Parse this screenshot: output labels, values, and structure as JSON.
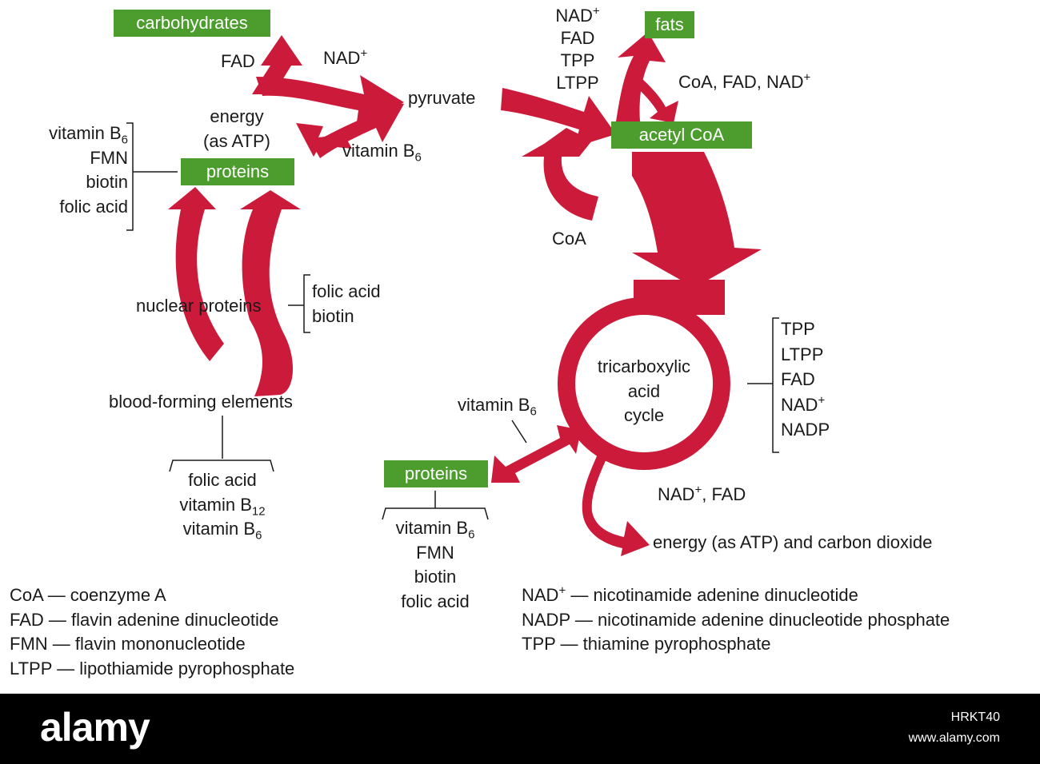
{
  "colors": {
    "arrow": "#cc1a3a",
    "box": "#4c9c2e",
    "box_text": "#ffffff",
    "text": "#1a1a1a",
    "footer": "#000000"
  },
  "boxes": {
    "carbohydrates": "carbohydrates",
    "proteins_top": "proteins",
    "fats": "fats",
    "acetyl_coa": "acetyl CoA",
    "proteins_bottom": "proteins"
  },
  "labels": {
    "fad": "FAD",
    "nad_base": "NAD",
    "energy_line1": "energy",
    "energy_line2": "(as ATP)",
    "vitamin_b": "vitamin B",
    "sub_6": "6",
    "sub_12": "12",
    "sup_plus": "+",
    "pyruvate": "pyruvate",
    "coa": "CoA",
    "coa_fad_nad_prefix": "CoA, FAD, NAD",
    "nuclear_proteins": "nuclear proteins",
    "blood_forming": "blood-forming elements",
    "tca_line1": "tricarboxylic",
    "tca_line2": "acid",
    "tca_line3": "cycle",
    "nad_fad_suffix": ", FAD",
    "energy_co2": "energy (as ATP) and carbon dioxide"
  },
  "cofactor_lists": {
    "proteins_top": [
      "FMN",
      "biotin",
      "folic acid"
    ],
    "nuclear": [
      "folic acid",
      "biotin"
    ],
    "blood": [
      "folic acid"
    ],
    "pyruvate_to_acetyl": [
      "FAD",
      "TPP",
      "LTPP"
    ],
    "tca": [
      "TPP",
      "LTPP",
      "FAD",
      "NADP"
    ],
    "proteins_bottom": [
      "FMN",
      "biotin",
      "folic acid"
    ]
  },
  "legend_left": [
    "CoA — coenzyme A",
    "FAD — flavin adenine dinucleotide",
    "FMN — flavin mononucleotide",
    "LTPP — lipothiamide pyrophosphate"
  ],
  "legend_right": {
    "nad_def": " — nicotinamide adenine dinucleotide",
    "others": [
      "NADP — nicotinamide adenine dinucleotide phosphate",
      "TPP — thiamine pyrophosphate"
    ]
  },
  "footer": {
    "brand": "alamy",
    "image_id": "HRKT40",
    "site": "www.alamy.com"
  }
}
